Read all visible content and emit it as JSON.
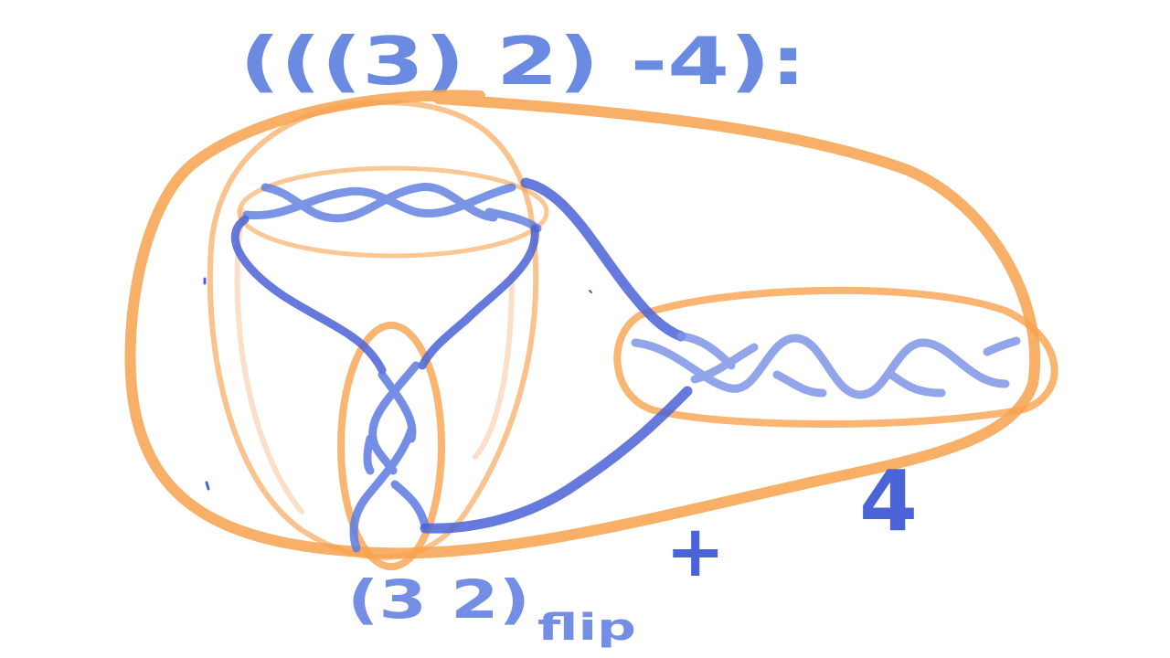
{
  "labels": {
    "title": "(((3) 2) -4):",
    "bottom_left": "(3 2)",
    "subscript": "flip",
    "plus": "+",
    "right_number": "4"
  },
  "colors": {
    "background": "#ffffff",
    "strand_blue": "#4a63d6",
    "strand_light": "#7f96e8",
    "title_blue": "#5b7fe0",
    "orange": "#f7a24e",
    "orange_light": "#f9b985"
  }
}
